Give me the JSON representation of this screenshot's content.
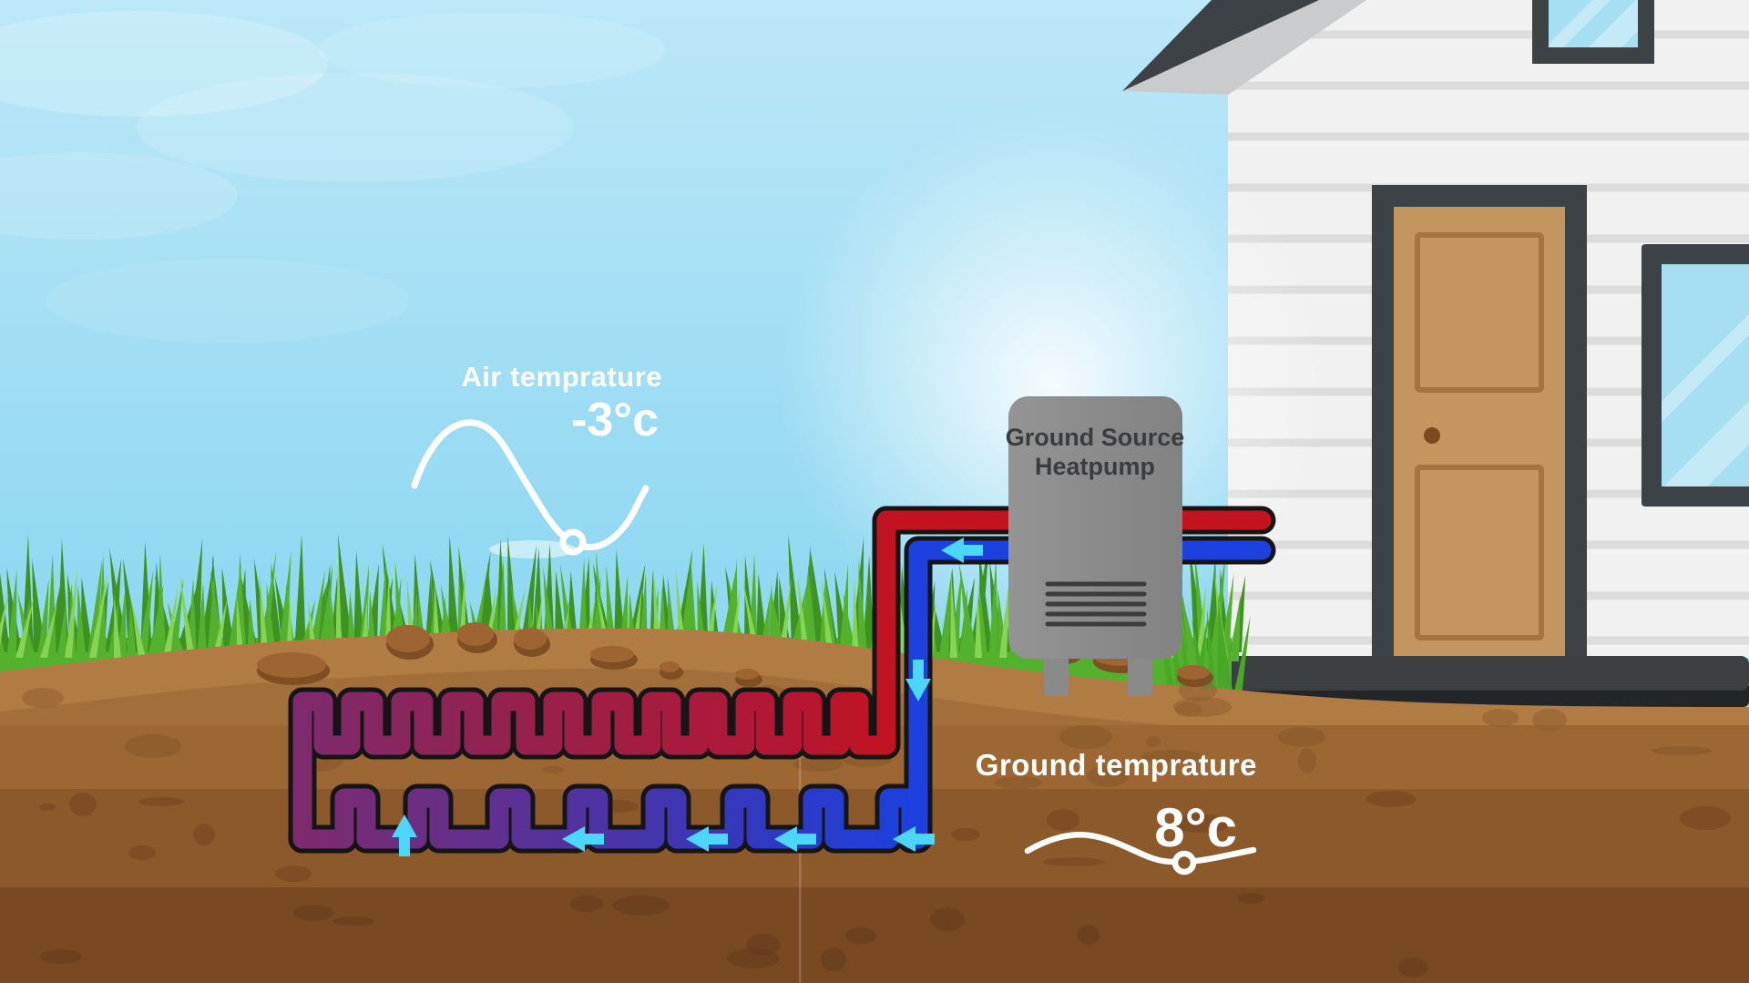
{
  "diagram": {
    "air_temperature": {
      "label": "Air temprature",
      "value": "-3°c"
    },
    "ground_temperature": {
      "label": "Ground temprature",
      "value": "8°c"
    },
    "heat_pump": {
      "label_line1": "Ground Source",
      "label_line2": "Heatpump"
    },
    "palette": {
      "sky_top": "#b9e7f8",
      "sky_bottom": "#84d2ef",
      "grass_front": "#54b12e",
      "grass_back": "#3e9320",
      "soil_top": "#b07c44",
      "soil_band2": "#9c6733",
      "soil_band3": "#8c592b",
      "soil_deep": "#794a22",
      "warm_pipe": "#c2131f",
      "cold_pipe": "#1c41df",
      "purple_pipe": "#7e2a6e",
      "pipe_outline": "#151515",
      "flow_arrow": "#4cd7f8",
      "pump_body": "#8c8c8c",
      "roof": "#3d4246",
      "fascia": "#c9cbcd",
      "wall": "#f1f1f1",
      "siding_line": "#dcdcdc",
      "door": "#c39660",
      "door_panel": "#a2743f",
      "window_glass": "#a6def2",
      "foundation": "#3c4043",
      "label_text": "#ffffff"
    }
  }
}
